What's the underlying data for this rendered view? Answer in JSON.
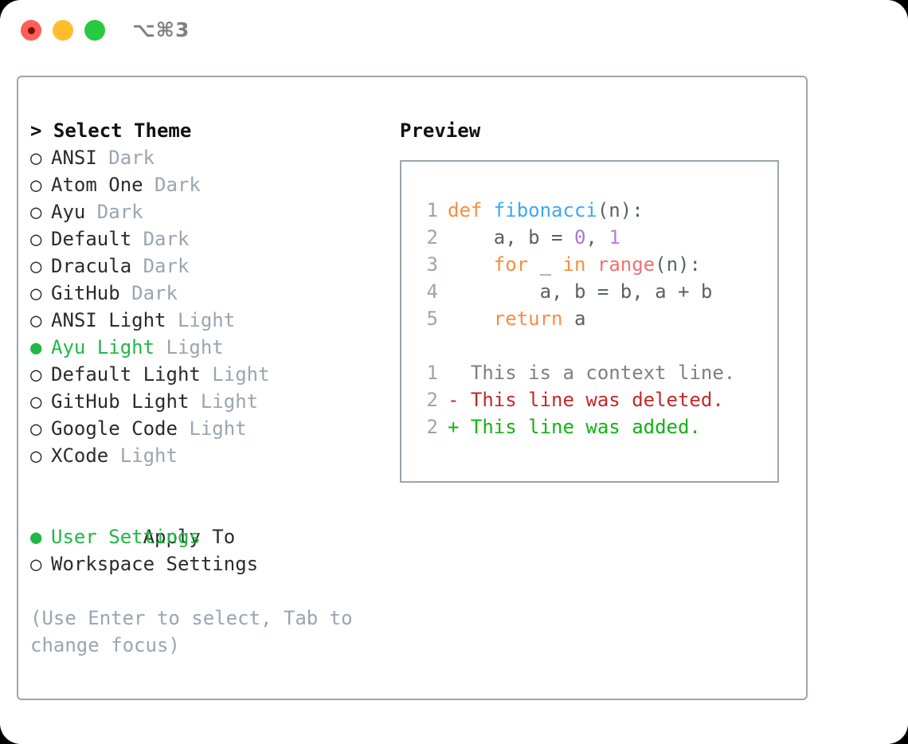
{
  "window": {
    "shortcut": "⌥⌘3",
    "traffic_lights": [
      {
        "name": "close",
        "color": "#ff5f56"
      },
      {
        "name": "minimize",
        "color": "#ffbd2e"
      },
      {
        "name": "maximize",
        "color": "#27c93f"
      }
    ]
  },
  "theme_picker": {
    "heading": "> Select Theme",
    "items": [
      {
        "bullet": "○",
        "label": "ANSI",
        "tag": "Dark",
        "selected": false
      },
      {
        "bullet": "○",
        "label": "Atom One",
        "tag": "Dark",
        "selected": false
      },
      {
        "bullet": "○",
        "label": "Ayu",
        "tag": "Dark",
        "selected": false
      },
      {
        "bullet": "○",
        "label": "Default",
        "tag": "Dark",
        "selected": false
      },
      {
        "bullet": "○",
        "label": "Dracula",
        "tag": "Dark",
        "selected": false
      },
      {
        "bullet": "○",
        "label": "GitHub",
        "tag": "Dark",
        "selected": false
      },
      {
        "bullet": "○",
        "label": "ANSI Light",
        "tag": "Light",
        "selected": false
      },
      {
        "bullet": "●",
        "label": "Ayu Light",
        "tag": "Light",
        "selected": true
      },
      {
        "bullet": "○",
        "label": "Default Light",
        "tag": "Light",
        "selected": false
      },
      {
        "bullet": "○",
        "label": "GitHub Light",
        "tag": "Light",
        "selected": false
      },
      {
        "bullet": "○",
        "label": "Google Code",
        "tag": "Light",
        "selected": false
      },
      {
        "bullet": "○",
        "label": "XCode",
        "tag": "Light",
        "selected": false
      }
    ]
  },
  "apply_to": {
    "heading": "Apply To",
    "items": [
      {
        "bullet": "●",
        "label": "User Settings",
        "selected": true
      },
      {
        "bullet": "○",
        "label": "Workspace Settings",
        "selected": false
      }
    ]
  },
  "hint": "(Use Enter to select, Tab to change focus)",
  "preview": {
    "title": "Preview",
    "code_lines": [
      {
        "num": "1",
        "tokens": [
          {
            "t": "def ",
            "c": "kw"
          },
          {
            "t": "fibonacci",
            "c": "fn"
          },
          {
            "t": "(n):",
            "c": "plain"
          }
        ]
      },
      {
        "num": "2",
        "tokens": [
          {
            "t": "    a, b = ",
            "c": "plain"
          },
          {
            "t": "0",
            "c": "num"
          },
          {
            "t": ", ",
            "c": "plain"
          },
          {
            "t": "1",
            "c": "num2"
          }
        ]
      },
      {
        "num": "3",
        "tokens": [
          {
            "t": "    ",
            "c": "plain"
          },
          {
            "t": "for",
            "c": "kw"
          },
          {
            "t": " _ ",
            "c": "plain"
          },
          {
            "t": "in",
            "c": "kw"
          },
          {
            "t": " ",
            "c": "plain"
          },
          {
            "t": "range",
            "c": "builtin"
          },
          {
            "t": "(n):",
            "c": "plain"
          }
        ]
      },
      {
        "num": "4",
        "tokens": [
          {
            "t": "        a, b = b, a + b",
            "c": "plain"
          }
        ]
      },
      {
        "num": "5",
        "tokens": [
          {
            "t": "    ",
            "c": "plain"
          },
          {
            "t": "return",
            "c": "kw"
          },
          {
            "t": " a",
            "c": "plain"
          }
        ]
      }
    ],
    "diff_lines": [
      {
        "num": "1",
        "marker": "  ",
        "text": "This is a context line.",
        "kind": "ctx"
      },
      {
        "num": "2",
        "marker": "- ",
        "text": "This line was deleted.",
        "kind": "del"
      },
      {
        "num": "2",
        "marker": "+ ",
        "text": "This line was added.",
        "kind": "add"
      }
    ]
  },
  "colors": {
    "accent_green": "#21b845",
    "muted": "#9aa5b1",
    "border": "#9aa5b1",
    "keyword": "#fa8d3e",
    "function": "#3ea8f5",
    "number": "#a37acc",
    "builtin": "#f07171",
    "diff_added": "#13b313",
    "diff_deleted": "#c62828"
  }
}
